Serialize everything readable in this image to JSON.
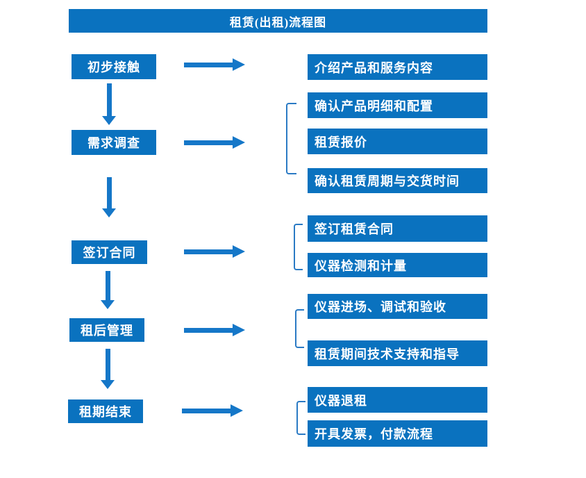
{
  "title": "租赁(出租)流程图",
  "colors": {
    "box_blue": "#0a72bf",
    "arrow_blue": "#1577c8",
    "bracket_blue": "#2a7ac4",
    "text_white": "#ffffff",
    "background": "#ffffff"
  },
  "flow": {
    "steps": [
      {
        "label": "初步接触",
        "outputs": [
          "介绍产品和服务内容"
        ]
      },
      {
        "label": "需求调查",
        "outputs": [
          "确认产品明细和配置",
          "租赁报价",
          "确认租赁周期与交货时间"
        ]
      },
      {
        "label": "签订合同",
        "outputs": [
          "签订租赁合同",
          "仪器检测和计量"
        ]
      },
      {
        "label": "租后管理",
        "outputs": [
          "仪器进场、调试和验收",
          "租赁期间技术支持和指导"
        ]
      },
      {
        "label": "租期结束",
        "outputs": [
          "仪器退租",
          "开具发票，付款流程"
        ]
      }
    ]
  }
}
